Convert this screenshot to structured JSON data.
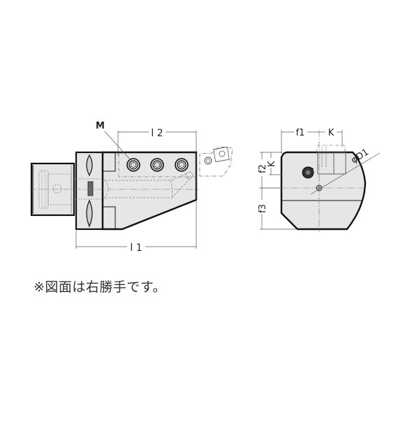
{
  "diagram": {
    "title": "Tool holder dimension drawing (side view and front view)",
    "colors": {
      "body_fill": "#e6e6e6",
      "outline": "#111111",
      "hidden_line": "#777777",
      "dim_line": "#555555",
      "text": "#222222"
    },
    "side_view": {
      "labels": {
        "M": "M",
        "l2": "l 2",
        "l1": "l 1"
      },
      "bolt_count": 3
    },
    "front_view": {
      "labels": {
        "f1": "f1",
        "K_top": "K",
        "f2": "f2",
        "K_side": "K",
        "f3": "f3",
        "D1": "φD1"
      }
    },
    "note": "※図面は右勝手です。"
  }
}
